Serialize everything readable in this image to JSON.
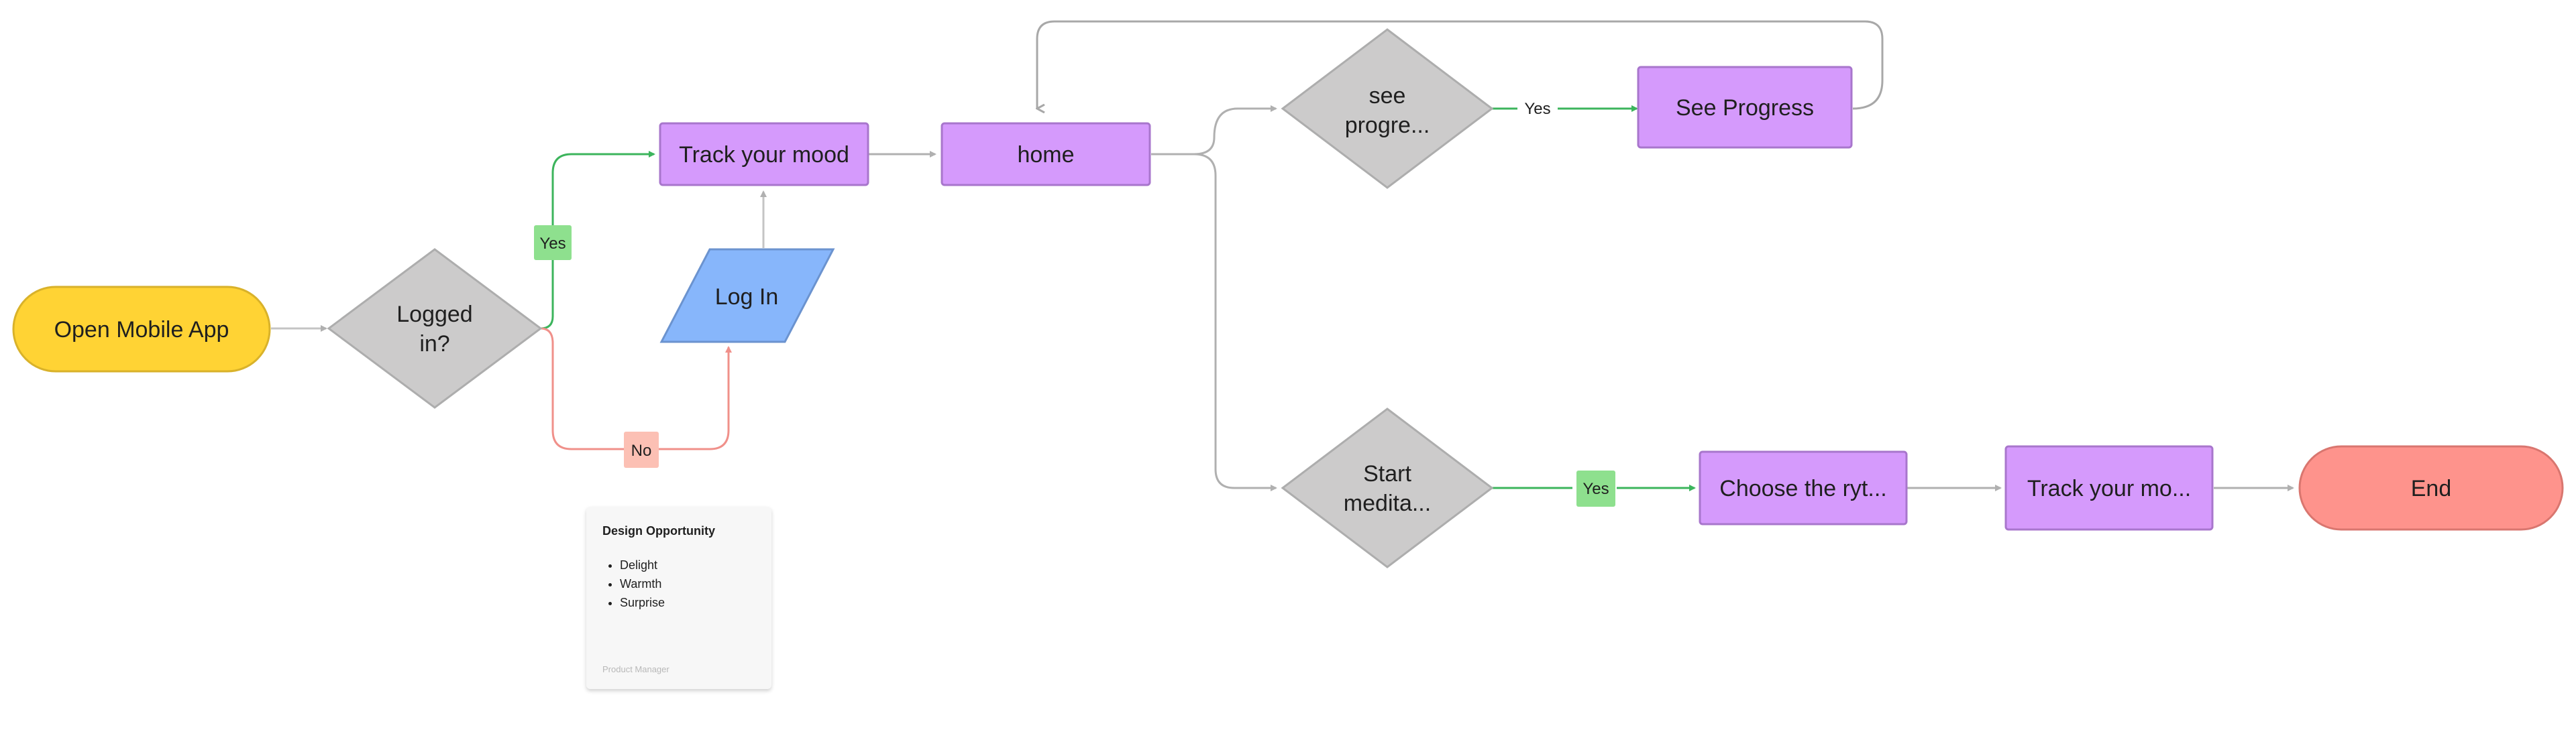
{
  "colors": {
    "start": "#ffd334",
    "decision": "#cccbcb",
    "process": "#d59afc",
    "io": "#87b6fb",
    "end": "#fe938c",
    "edge_default": "#b0b0b0",
    "edge_yes": "#3cb45c",
    "edge_no": "#f0908a",
    "label_yes_bg": "#8ee08e",
    "label_no_bg": "#fcc0b4"
  },
  "nodes": {
    "open_app": "Open Mobile App",
    "logged_in_line1": "Logged",
    "logged_in_line2": "in?",
    "track_mood": "Track your mood",
    "log_in": "Log In",
    "home": "home",
    "see_progress_q_line1": "see",
    "see_progress_q_line2": "progre...",
    "see_progress": "See Progress",
    "start_meditation_line1": "Start",
    "start_meditation_line2": "medita...",
    "choose_rhythm": "Choose the ryt...",
    "track_mood_2": "Track your mo...",
    "end": "End"
  },
  "edge_labels": {
    "logged_yes": "Yes",
    "logged_no": "No",
    "progress_yes": "Yes",
    "meditation_yes": "Yes"
  },
  "note": {
    "title": "Design Opportunity",
    "items": [
      "Delight",
      "Warmth",
      "Surprise"
    ],
    "footer": "Product Manager"
  }
}
